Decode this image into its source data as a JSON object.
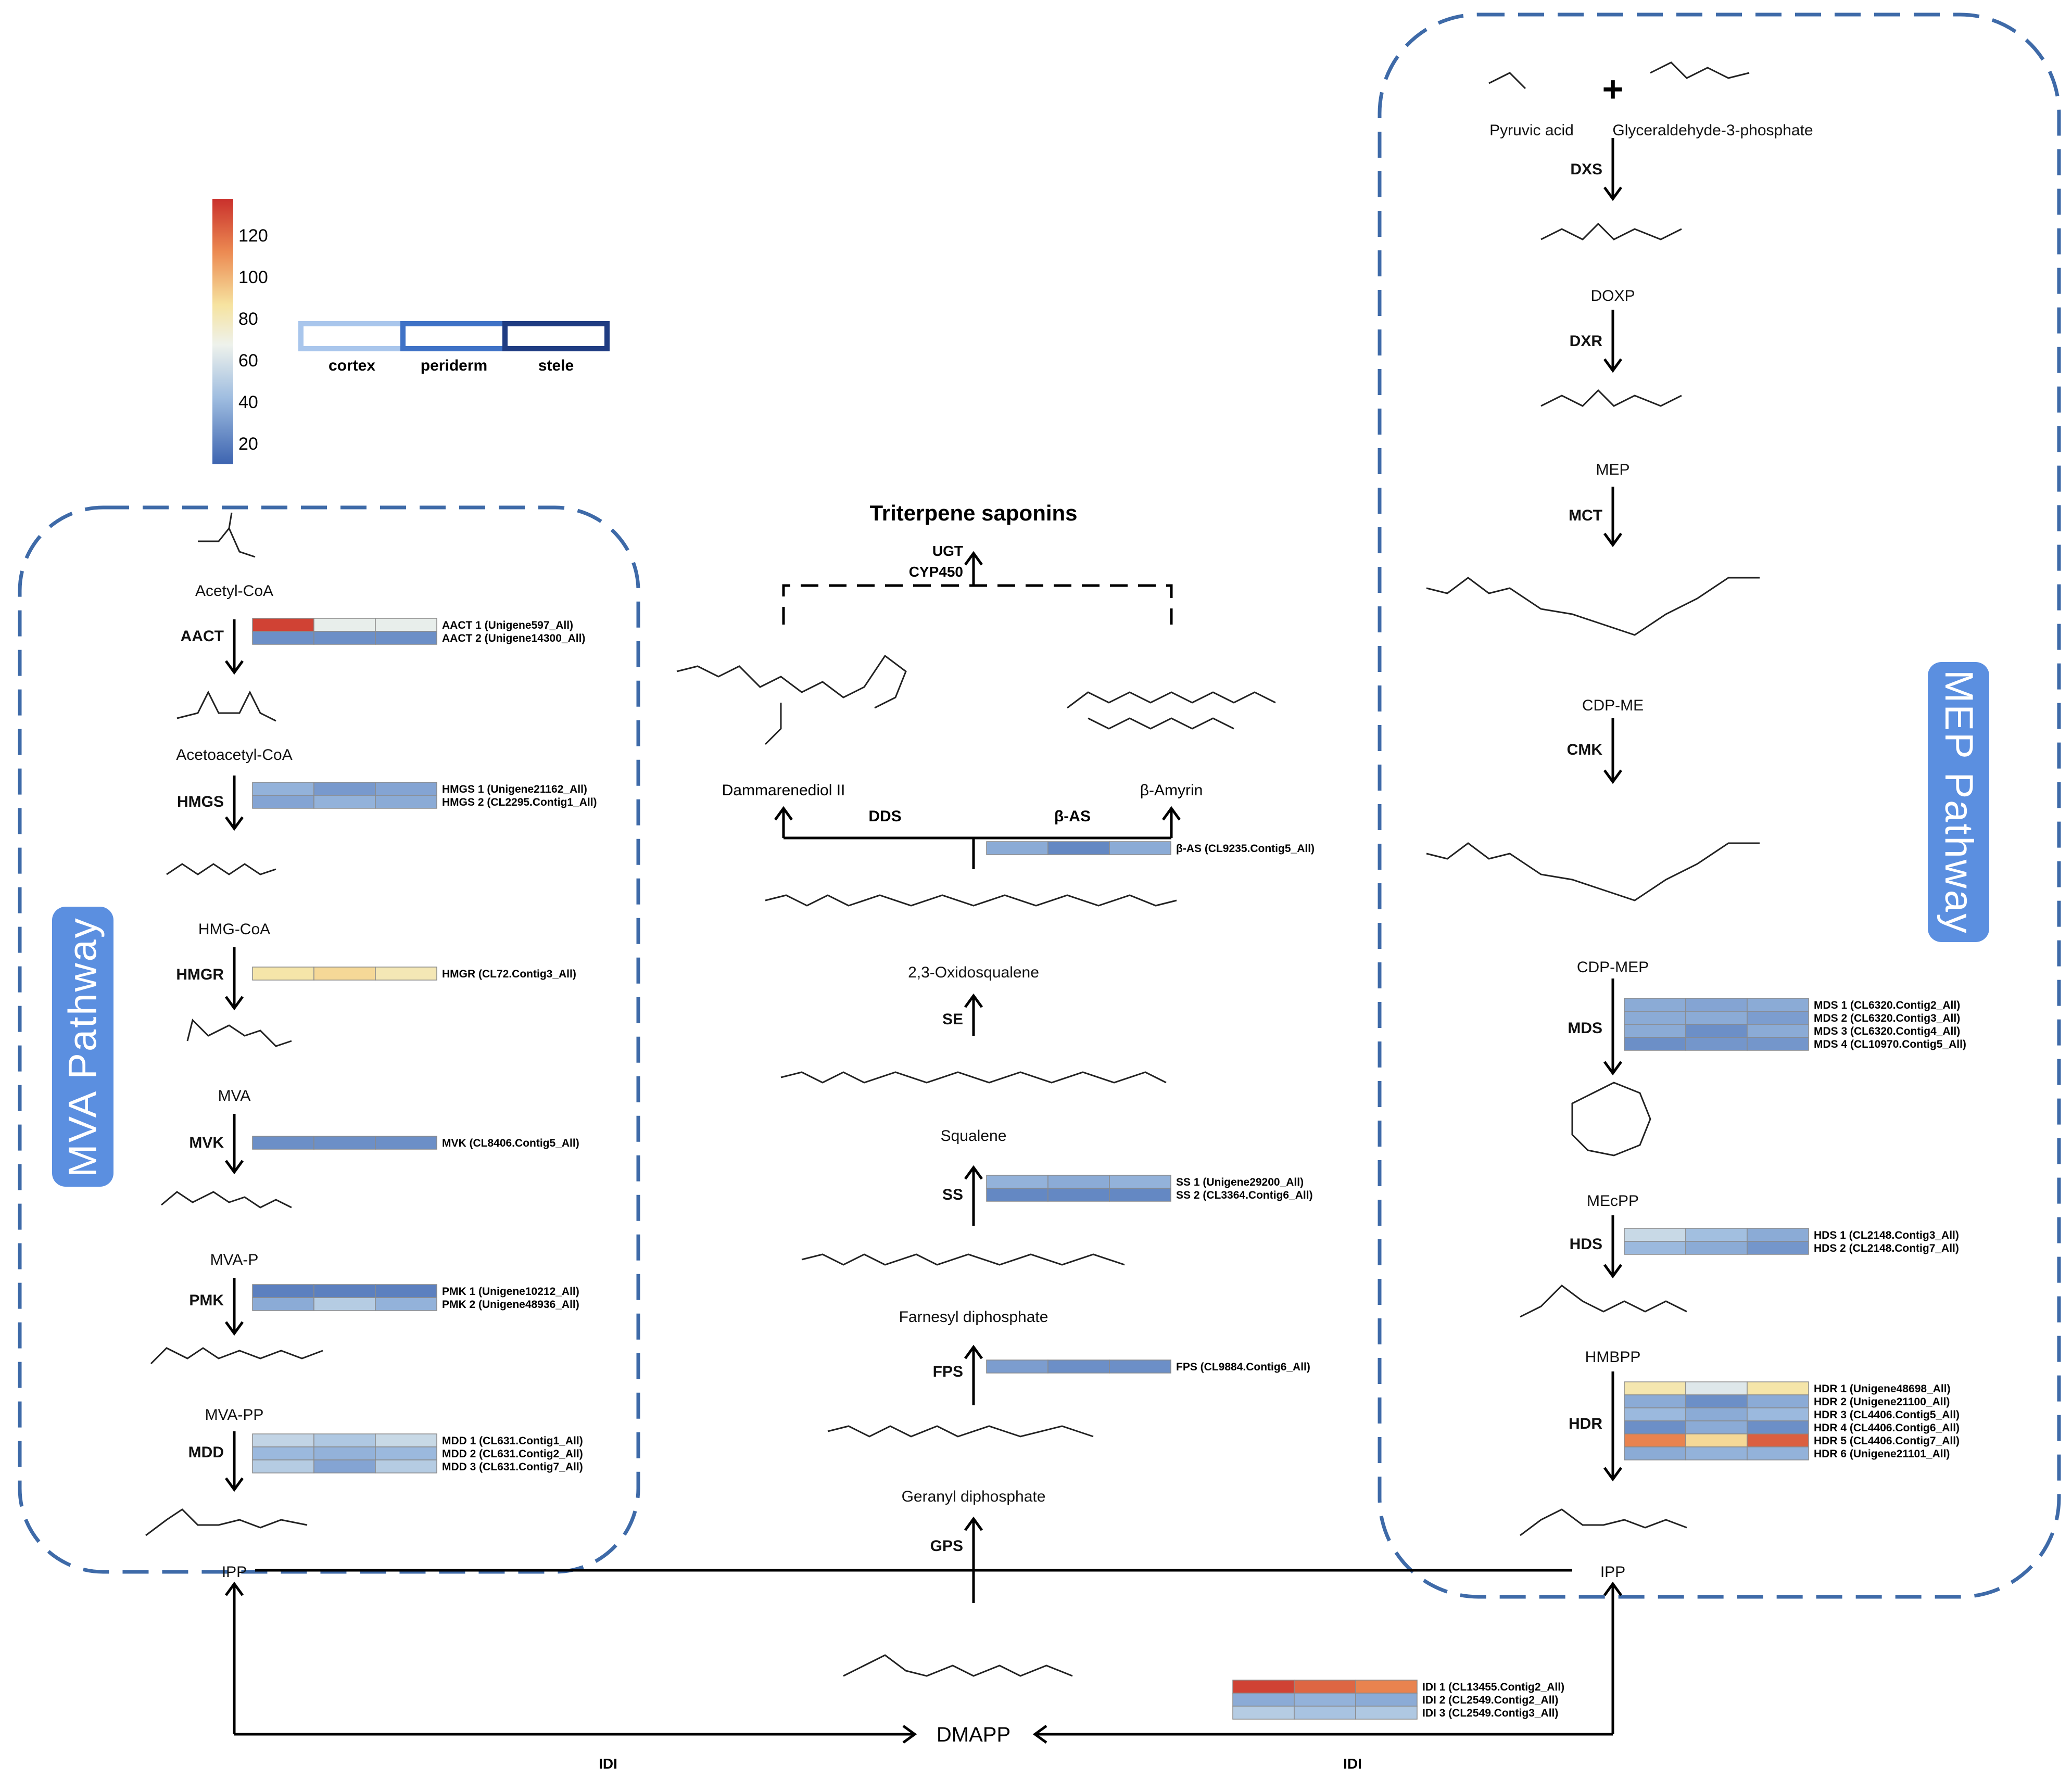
{
  "colors": {
    "panel_border": "#3e6aa8",
    "label_bg": "#5b8fe0",
    "scale_high": "#c9302c",
    "scale_mid": "#f5f0c0",
    "scale_low": "#3d64b0"
  },
  "color_scale": {
    "ticks": [
      "120",
      "100",
      "80",
      "60",
      "40",
      "20"
    ],
    "legend": [
      "cortex",
      "periderm",
      "stele"
    ]
  },
  "mva": {
    "title": "MVA  Pathway",
    "metabolites": [
      "Acetyl-CoA",
      "Acetoacetyl-CoA",
      "HMG-CoA",
      "MVA",
      "MVA-P",
      "MVA-PP",
      "IPP"
    ],
    "enzymes": [
      "AACT",
      "HMGS",
      "HMGR",
      "MVK",
      "PMK",
      "MDD"
    ]
  },
  "mep": {
    "title": "MEP  Pathway",
    "substrates": [
      "Pyruvic acid",
      "Glyceraldehyde-3-phosphate"
    ],
    "plus": "+",
    "metabolites": [
      "DOXP",
      "MEP",
      "CDP-ME",
      "CDP-MEP",
      "MEcPP",
      "HMBPP",
      "IPP"
    ],
    "enzymes": [
      "DXS",
      "DXR",
      "MCT",
      "CMK",
      "MDS",
      "HDS",
      "HDR"
    ]
  },
  "center": {
    "product": "Triterpene saponins",
    "mod_enzymes": [
      "UGT",
      "CYP450"
    ],
    "dammarenediol": "Dammarenediol II",
    "amyrin": "β-Amyrin",
    "dds": "DDS",
    "bas": "β-AS",
    "metabolites": [
      "2,3-Oxidosqualene",
      "Squalene",
      "Farnesyl diphosphate",
      "Geranyl diphosphate",
      "DMAPP"
    ],
    "enzymes": [
      "SE",
      "SS",
      "FPS",
      "GPS"
    ],
    "idi_left": "IDI",
    "idi_right": "IDI"
  },
  "heatmaps": [
    {
      "genes": [
        "AACT 1 (Unigene597_All)",
        "AACT 2 (Unigene14300_All)"
      ],
      "values": [
        [
          130,
          58,
          58
        ],
        [
          22,
          22,
          22
        ]
      ]
    },
    {
      "genes": [
        "HMGS 1 (Unigene21162_All)",
        "HMGS 2 (CL2295.Contig1_All)"
      ],
      "values": [
        [
          32,
          25,
          28
        ],
        [
          28,
          32,
          30
        ]
      ]
    },
    {
      "genes": [
        "HMGR (CL72.Contig3_All)"
      ],
      "values": [
        [
          82,
          88,
          78
        ]
      ]
    },
    {
      "genes": [
        "MVK (CL8406.Contig5_All)"
      ],
      "values": [
        [
          22,
          22,
          22
        ]
      ]
    },
    {
      "genes": [
        "PMK 1 (Unigene10212_All)",
        "PMK 2 (Unigene48936_All)"
      ],
      "values": [
        [
          18,
          18,
          18
        ],
        [
          30,
          42,
          32
        ]
      ]
    },
    {
      "genes": [
        "MDD 1 (CL631.Contig1_All)",
        "MDD 2 (CL631.Contig2_All)",
        "MDD 3 (CL631.Contig7_All)"
      ],
      "values": [
        [
          46,
          40,
          48
        ],
        [
          34,
          32,
          34
        ],
        [
          42,
          28,
          42
        ]
      ]
    },
    {
      "genes": [
        "β-AS (CL9235.Contig5_All)"
      ],
      "values": [
        [
          30,
          20,
          30
        ]
      ]
    },
    {
      "genes": [
        "SS 1 (Unigene29200_All)",
        "SS 2 (CL3364.Contig6_All)"
      ],
      "values": [
        [
          32,
          30,
          32
        ],
        [
          20,
          20,
          20
        ]
      ]
    },
    {
      "genes": [
        "FPS (CL9884.Contig6_All)"
      ],
      "values": [
        [
          26,
          22,
          22
        ]
      ]
    },
    {
      "genes": [
        "MDS 1 (CL6320.Contig2_All)",
        "MDS 2 (CL6320.Contig3_All)",
        "MDS 3 (CL6320.Contig4_All)",
        "MDS 4 (CL10970.Contig5_All)"
      ],
      "values": [
        [
          30,
          28,
          30
        ],
        [
          30,
          30,
          26
        ],
        [
          30,
          22,
          30
        ],
        [
          22,
          24,
          24
        ]
      ]
    },
    {
      "genes": [
        "HDS 1 (CL2148.Contig3_All)",
        "HDS 2 (CL2148.Contig7_All)"
      ],
      "values": [
        [
          48,
          36,
          30
        ],
        [
          34,
          30,
          24
        ]
      ]
    },
    {
      "genes": [
        "HDR 1 (Unigene48698_All)",
        "HDR 2 (Unigene21100_All)",
        "HDR 3 (CL4406.Contig5_All)",
        "HDR 4 (CL4406.Contig6_All)",
        "HDR 5 (CL4406.Contig7_All)",
        "HDR 6 (Unigene21101_All)"
      ],
      "values": [
        [
          80,
          55,
          82
        ],
        [
          30,
          22,
          30
        ],
        [
          34,
          30,
          34
        ],
        [
          22,
          30,
          22
        ],
        [
          112,
          88,
          122
        ],
        [
          30,
          32,
          32
        ]
      ]
    },
    {
      "genes": [
        "IDI 1 (CL13455.Contig2_All)",
        "IDI 2 (CL2549.Contig2_All)",
        "IDI 3 (CL2549.Contig3_All)"
      ],
      "values": [
        [
          130,
          120,
          112
        ],
        [
          30,
          32,
          30
        ],
        [
          42,
          38,
          40
        ]
      ]
    }
  ]
}
